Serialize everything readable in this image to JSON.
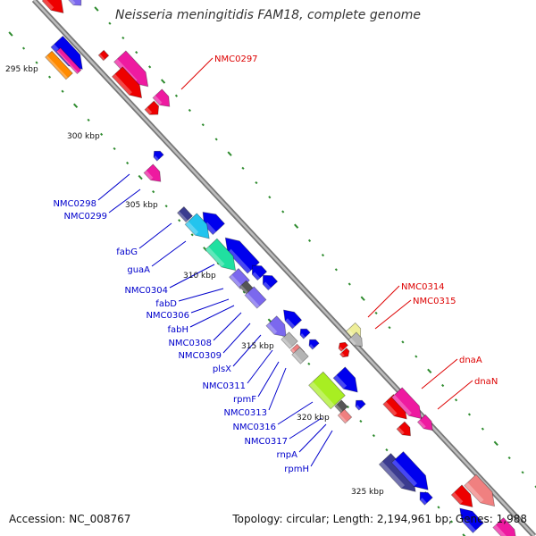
{
  "header": {
    "title": "Neisseria meningitidis FAM18, complete genome"
  },
  "footer": {
    "accession": "Accession: NC_008767",
    "summary": "Topology: circular; Length: 2,194,961 bp; Genes: 1,988"
  },
  "scale_labels": [
    "295 kbp",
    "300 kbp",
    "305 kbp",
    "310 kbp",
    "315 kbp",
    "320 kbp",
    "325 kbp"
  ],
  "forward_gene_labels": [
    "NMC0297",
    "NMC0314",
    "NMC0315",
    "dnaA",
    "dnaN"
  ],
  "reverse_gene_labels": [
    "NMC0298",
    "NMC0299",
    "fabG",
    "guaA",
    "NMC0304",
    "fabD",
    "NMC0306",
    "fabH",
    "NMC0308",
    "NMC0309",
    "plsX",
    "NMC0311",
    "rpmF",
    "NMC0313",
    "NMC0316",
    "NMC0317",
    "rnpA",
    "rpmH"
  ],
  "colors": {
    "backbone": "#8c8c8c",
    "tick": "#2e8b2e",
    "forward_label": "#dd0000",
    "reverse_label": "#0000cc",
    "blue": "#0000ee",
    "red": "#ee0000",
    "magenta": "#ee1aa0",
    "orange": "#ff8a00",
    "cyan": "#22c4ee",
    "green": "#20e0a0",
    "lime": "#a8ee22",
    "purple": "#7b68ee",
    "navy": "#3b3b8f",
    "gray": "#b4b4b4",
    "yellow": "#eeee99",
    "salmon": "#f08080",
    "darkgray": "#555555"
  }
}
